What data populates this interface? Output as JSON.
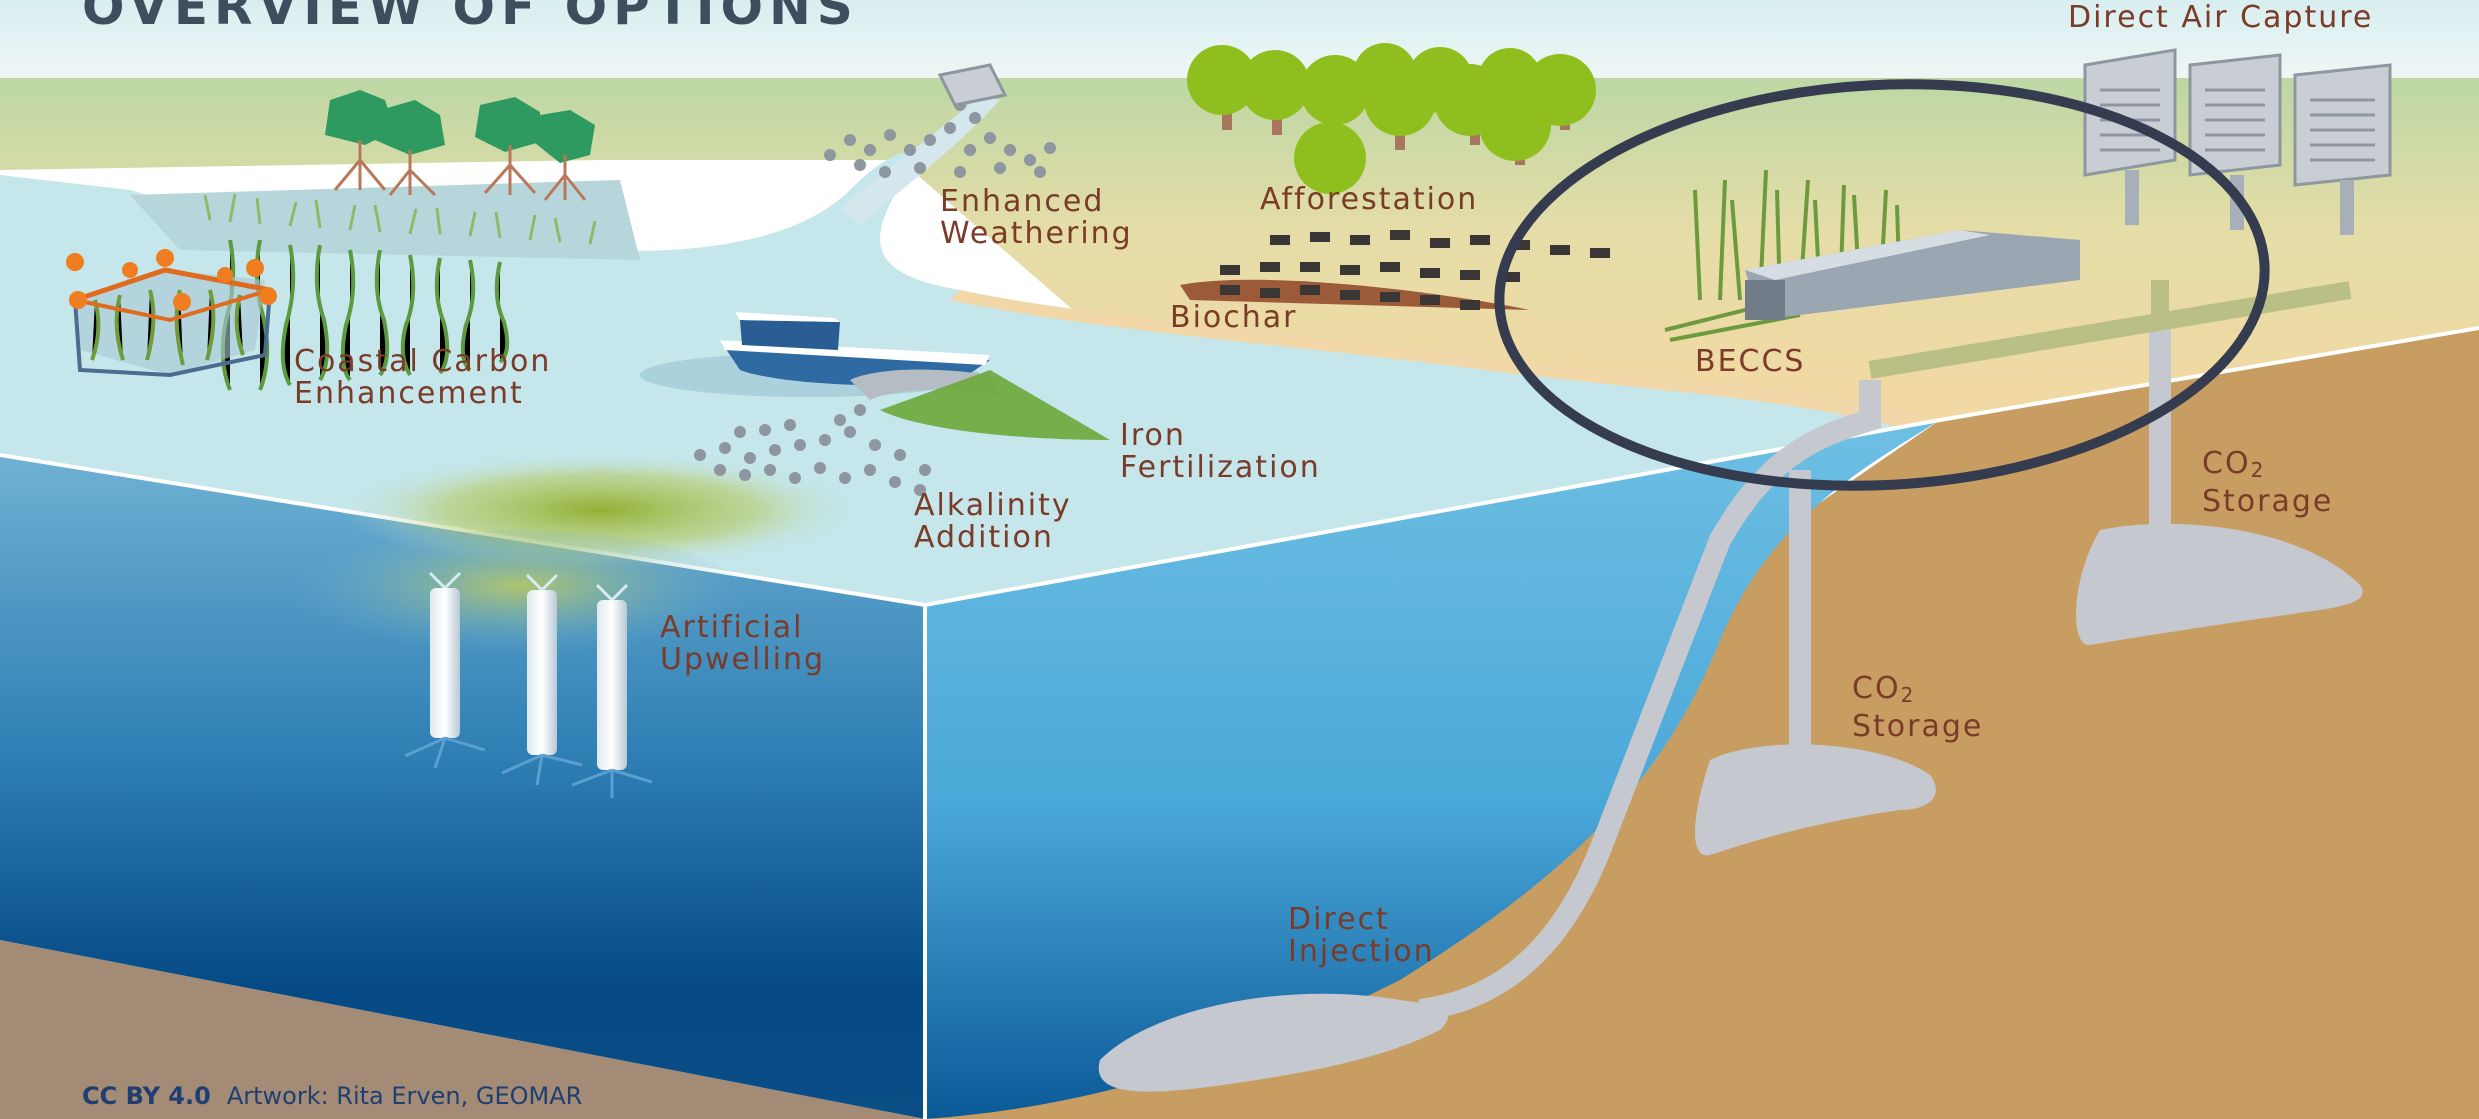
{
  "title": "OVERVIEW OF OPTIONS",
  "labels": {
    "direct_air_capture": "Direct Air Capture",
    "enhanced_weathering": [
      "Enhanced",
      "Weathering"
    ],
    "afforestation": "Afforestation",
    "biochar": "Biochar",
    "beccs": "BECCS",
    "coastal_carbon": [
      "Coastal Carbon",
      "Enhancement"
    ],
    "iron_fertilization": [
      "Iron",
      "Fertilization"
    ],
    "alkalinity_addition": [
      "Alkalinity",
      "Addition"
    ],
    "artificial_upwelling": [
      "Artificial",
      "Upwelling"
    ],
    "co2_storage_land": {
      "prefix": "CO",
      "sub": "2",
      "line2": "Storage"
    },
    "co2_storage_sea": {
      "prefix": "CO",
      "sub": "2",
      "line2": "Storage"
    },
    "direct_injection": [
      "Direct",
      "Injection"
    ]
  },
  "credit": {
    "license": "CC BY 4.0",
    "artwork": "Artwork: Rita Erven, GEOMAR"
  },
  "highlight": {
    "target": "BECCS",
    "color": "#363c4f"
  },
  "colors": {
    "label": "#7a3b28",
    "sky": "#e6f2f2",
    "land": "#ecd9a4",
    "sea_surface": "#c5e6ea",
    "deep_sea": "#0a4f8a",
    "soil": "#c79d62",
    "pipes": "#c5c9cf"
  }
}
